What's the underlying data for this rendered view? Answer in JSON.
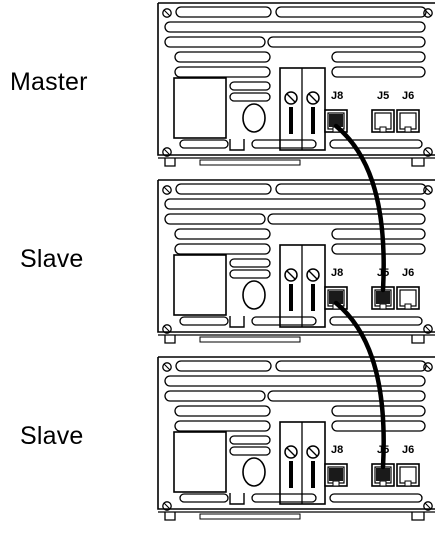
{
  "units": [
    {
      "role": "Master",
      "ports": [
        "J8",
        "J5",
        "J6"
      ]
    },
    {
      "role": "Slave",
      "ports": [
        "J8",
        "J5",
        "J6"
      ]
    },
    {
      "role": "Slave",
      "ports": [
        "J8",
        "J5",
        "J6"
      ]
    }
  ],
  "cables": [
    {
      "from": "Master.J8",
      "to": "Slave.J5"
    },
    {
      "from": "Slave.J8",
      "to": "Slave.J5"
    }
  ],
  "colors": {
    "line": "#000000",
    "background": "#ffffff",
    "cable": "#000000",
    "connector": "#1a1a1a"
  }
}
